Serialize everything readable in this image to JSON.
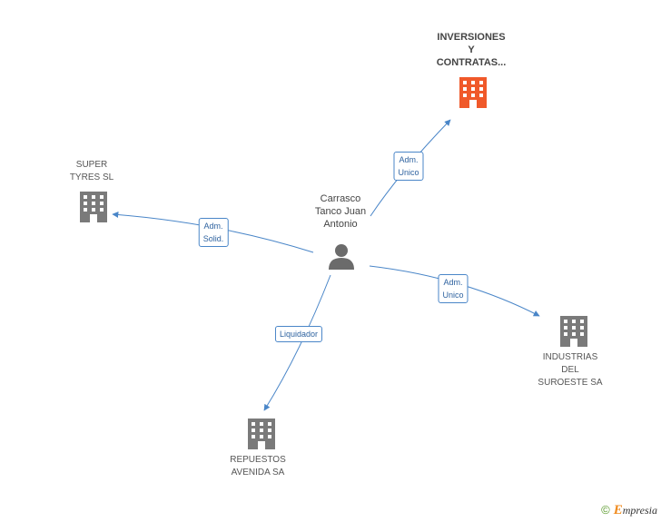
{
  "colors": {
    "edge": "#4a86c8",
    "company": "#7a7a7a",
    "main_company": "#f0592a",
    "person": "#6b6b6b"
  },
  "nodes": {
    "main": {
      "lines": [
        "INVERSIONES",
        "Y",
        "CONTRATAS..."
      ],
      "icon": "building-icon"
    },
    "super_tyres": {
      "lines": [
        "SUPER",
        "TYRES SL"
      ],
      "icon": "building-icon"
    },
    "person": {
      "lines": [
        "Carrasco",
        "Tanco Juan",
        "Antonio"
      ],
      "icon": "person-icon"
    },
    "industrias": {
      "lines": [
        "INDUSTRIAS",
        "DEL",
        "SUROESTE SA"
      ],
      "icon": "building-icon"
    },
    "repuestos": {
      "lines": [
        "REPUESTOS",
        "AVENIDA SA"
      ],
      "icon": "building-icon"
    }
  },
  "edges": {
    "to_main": {
      "lines": [
        "Adm.",
        "Unico"
      ]
    },
    "to_super": {
      "lines": [
        "Adm.",
        "Solid."
      ]
    },
    "to_industrias": {
      "lines": [
        "Adm.",
        "Unico"
      ]
    },
    "to_repuestos": {
      "lines": [
        "Liquidador"
      ]
    }
  },
  "brand": {
    "copyright": "©",
    "initial": "E",
    "rest": "mpresia"
  }
}
